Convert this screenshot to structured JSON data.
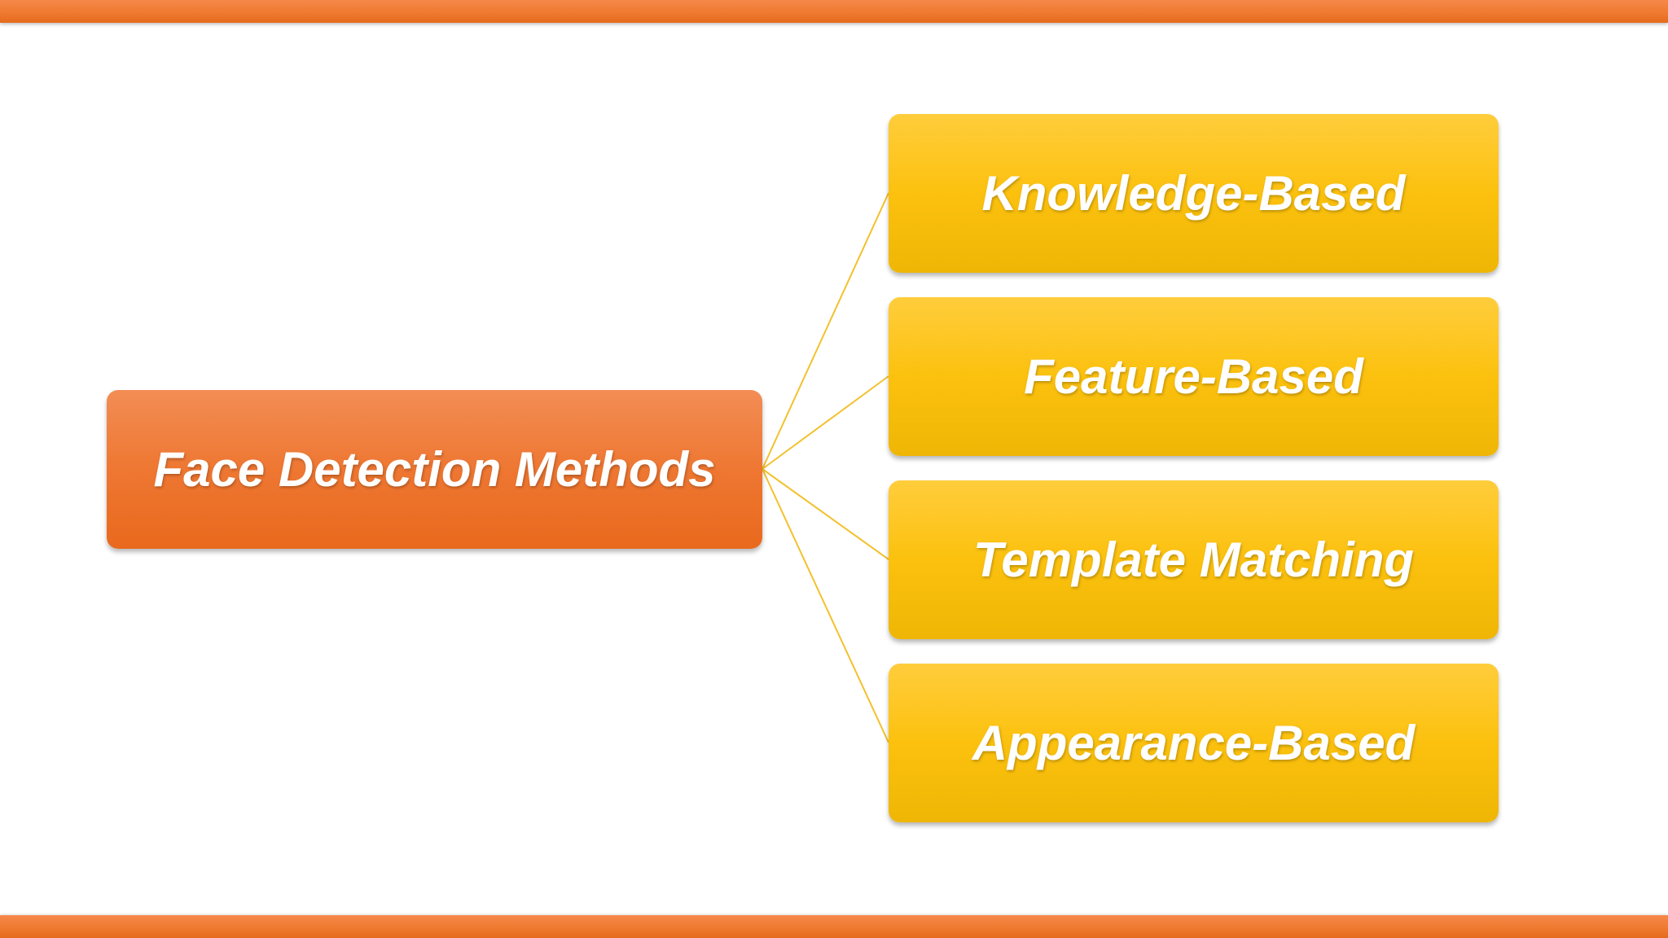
{
  "diagram": {
    "root": {
      "label": "Face Detection Methods"
    },
    "children": [
      {
        "label": "Knowledge-Based"
      },
      {
        "label": "Feature-Based"
      },
      {
        "label": "Template Matching"
      },
      {
        "label": "Appearance-Based"
      }
    ]
  },
  "colors": {
    "accent_orange": "#ee7732",
    "box_yellow": "#fcc10e",
    "connector_line": "#f2c12e",
    "text": "#ffffff",
    "background": "#ffffff"
  }
}
